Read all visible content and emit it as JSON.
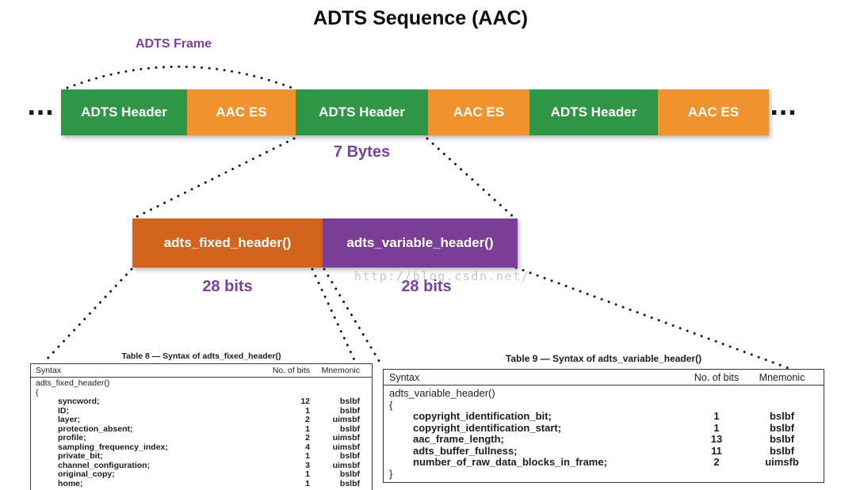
{
  "title": "ADTS Sequence (AAC)",
  "labels": {
    "adts_frame": "ADTS Frame",
    "seven_bytes": "7 Bytes",
    "fixed_bits": "28 bits",
    "variable_bits": "28 bits",
    "ellipsis_left": "...",
    "ellipsis_right": "..."
  },
  "watermark": "http://blog.csdn.net/",
  "colors": {
    "header_green": "#2f9646",
    "es_orange": "#f0922d",
    "fixed_orange": "#d2641e",
    "variable_purple": "#7a3e97",
    "label_purple": "#7d3f9d",
    "watermark_gray": "#c8c8c8"
  },
  "sequence": {
    "blocks": [
      {
        "label": "ADTS Header",
        "kind": "header"
      },
      {
        "label": "AAC ES",
        "kind": "es"
      },
      {
        "label": "ADTS Header",
        "kind": "header"
      },
      {
        "label": "AAC ES",
        "kind": "es"
      },
      {
        "label": "ADTS Header",
        "kind": "header"
      },
      {
        "label": "AAC ES",
        "kind": "es"
      }
    ]
  },
  "header_split": {
    "fixed_label": "adts_fixed_header()",
    "variable_label": "adts_variable_header()"
  },
  "tables": [
    {
      "title": "Table 8 — Syntax of adts_fixed_header()",
      "columns": [
        "Syntax",
        "No. of bits",
        "Mnemonic"
      ],
      "rows": [
        {
          "syntax": "adts_fixed_header()",
          "bits": "",
          "mnemonic": "",
          "indent": false
        },
        {
          "syntax": "{",
          "bits": "",
          "mnemonic": "",
          "indent": false
        },
        {
          "syntax": "syncword;",
          "bits": "12",
          "mnemonic": "bslbf",
          "indent": true
        },
        {
          "syntax": "ID;",
          "bits": "1",
          "mnemonic": "bslbf",
          "indent": true
        },
        {
          "syntax": "layer;",
          "bits": "2",
          "mnemonic": "uimsbf",
          "indent": true
        },
        {
          "syntax": "protection_absent;",
          "bits": "1",
          "mnemonic": "bslbf",
          "indent": true
        },
        {
          "syntax": "profile;",
          "bits": "2",
          "mnemonic": "uimsbf",
          "indent": true
        },
        {
          "syntax": "sampling_frequency_index;",
          "bits": "4",
          "mnemonic": "uimsbf",
          "indent": true
        },
        {
          "syntax": "private_bit;",
          "bits": "1",
          "mnemonic": "bslbf",
          "indent": true
        },
        {
          "syntax": "channel_configuration;",
          "bits": "3",
          "mnemonic": "uimsbf",
          "indent": true
        },
        {
          "syntax": "original_copy;",
          "bits": "1",
          "mnemonic": "bslbf",
          "indent": true
        },
        {
          "syntax": "home;",
          "bits": "1",
          "mnemonic": "bslbf",
          "indent": true
        }
      ]
    },
    {
      "title": "Table 9 — Syntax of adts_variable_header()",
      "columns": [
        "Syntax",
        "No. of bits",
        "Mnemonic"
      ],
      "rows": [
        {
          "syntax": "adts_variable_header()",
          "bits": "",
          "mnemonic": "",
          "indent": false
        },
        {
          "syntax": "{",
          "bits": "",
          "mnemonic": "",
          "indent": false
        },
        {
          "syntax": "copyright_identification_bit;",
          "bits": "1",
          "mnemonic": "bslbf",
          "indent": true
        },
        {
          "syntax": "copyright_identification_start;",
          "bits": "1",
          "mnemonic": "bslbf",
          "indent": true
        },
        {
          "syntax": "aac_frame_length;",
          "bits": "13",
          "mnemonic": "bslbf",
          "indent": true
        },
        {
          "syntax": "adts_buffer_fullness;",
          "bits": "11",
          "mnemonic": "bslbf",
          "indent": true
        },
        {
          "syntax": "number_of_raw_data_blocks_in_frame;",
          "bits": "2",
          "mnemonic": "uimsfb",
          "indent": true
        },
        {
          "syntax": "}",
          "bits": "",
          "mnemonic": "",
          "indent": false
        }
      ]
    }
  ]
}
